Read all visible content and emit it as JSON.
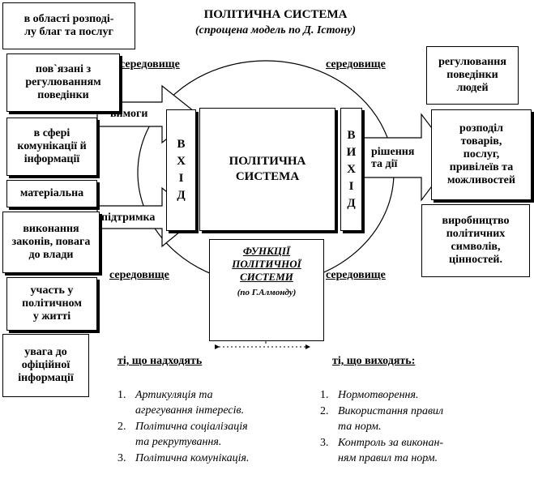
{
  "title": "ПОЛІТИЧНА СИСТЕМА",
  "subtitle": "(спрощена модель по Д. Істону)",
  "environment_label": "середовище",
  "center": "ПОЛІТИЧНА\nСИСТЕМА",
  "input_column": "В\nХ\nІ\nД",
  "output_column": "В\nИ\nХ\nІ\nД",
  "arrows": {
    "demands": "вимоги",
    "support": "підтримка",
    "decisions": "рішення\nта дії"
  },
  "left_boxes": [
    "в області розподі-\nлу благ та послуг",
    "пов`язані з\nрегулюванням\nповедінки",
    "в сфері\nкомунікації й\nінформації",
    "матеріальна",
    "виконання\nзаконів, повага\nдо влади",
    "участь у\nполітичном\nу житті",
    "увага до\nофіційної\nінформації"
  ],
  "right_boxes": [
    "регулювання\nповедінки\nлюдей",
    "розподіл\nтоварів,\nпослуг,\nпривілеїв та\nможливостей",
    "виробництво\nполітичних\nсимволів,\nцінностей."
  ],
  "functions": {
    "title": "ФУНКЦІЇ\nПОЛІТИЧНОЇ\nСИСТЕМИ",
    "source": "(по Г.Алмонду)"
  },
  "incoming": {
    "heading": "ті, що надходять",
    "items": [
      {
        "num": "1.",
        "text": "Артикуляція та\nагрегування інтересів."
      },
      {
        "num": "2.",
        "text": "Політична соціалізація\nта рекрутування."
      },
      {
        "num": "3.",
        "text": "Політична комунікація."
      }
    ]
  },
  "outgoing": {
    "heading": "ті, що виходять:",
    "items": [
      {
        "num": "1.",
        "text": "Нормотворення."
      },
      {
        "num": "2.",
        "text": "Використання правил\nта норм."
      },
      {
        "num": "3.",
        "text": "Контроль за  виконан-\nням правил та норм."
      }
    ]
  }
}
